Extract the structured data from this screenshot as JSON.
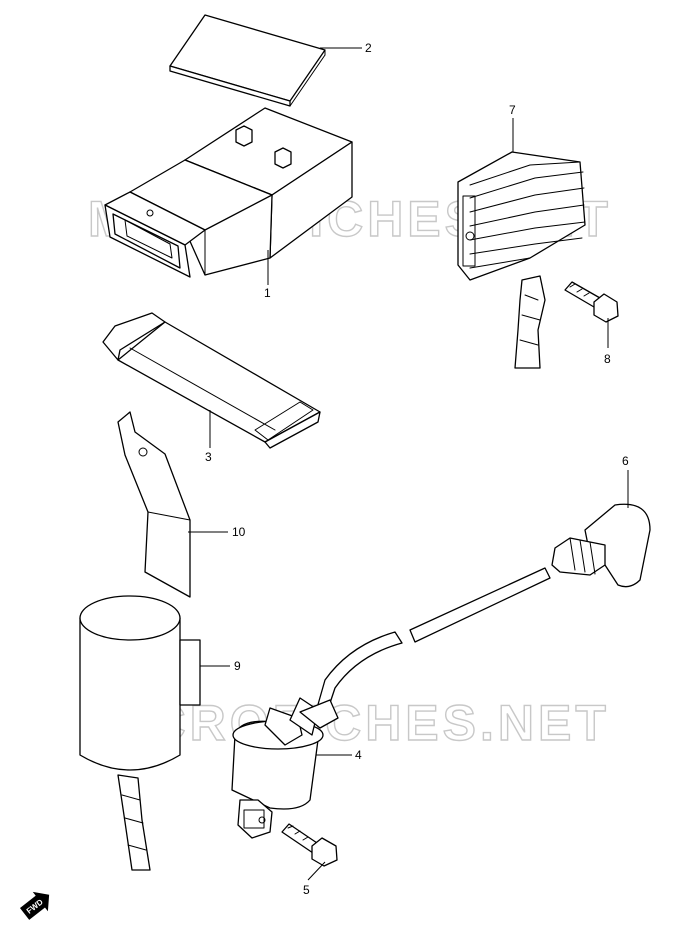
{
  "watermark": {
    "top_text": "MICROFICHES.NET",
    "bottom_text": "MICROFICHES.NET"
  },
  "callouts": [
    "1",
    "2",
    "3",
    "4",
    "5",
    "6",
    "7",
    "8",
    "9",
    "10"
  ],
  "fwd_badge": {
    "label": "FWD",
    "icon": "forward-arrow-icon"
  },
  "colors": {
    "line": "#000000",
    "background": "#ffffff",
    "watermark": "#c8c8c8"
  }
}
